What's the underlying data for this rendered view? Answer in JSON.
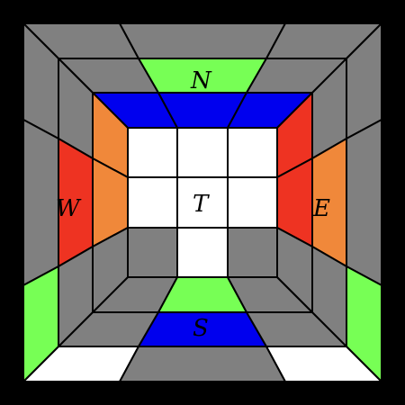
{
  "colors": {
    "frame": "#000000",
    "gray": "#808080",
    "white": "#ffffff",
    "green": "#77ff55",
    "blue": "#0000ee",
    "orange": "#f0883a",
    "red": "#ee3322",
    "line": "#000000"
  },
  "labels": {
    "north": "N",
    "south": "S",
    "west": "W",
    "east": "E",
    "top": "T"
  }
}
